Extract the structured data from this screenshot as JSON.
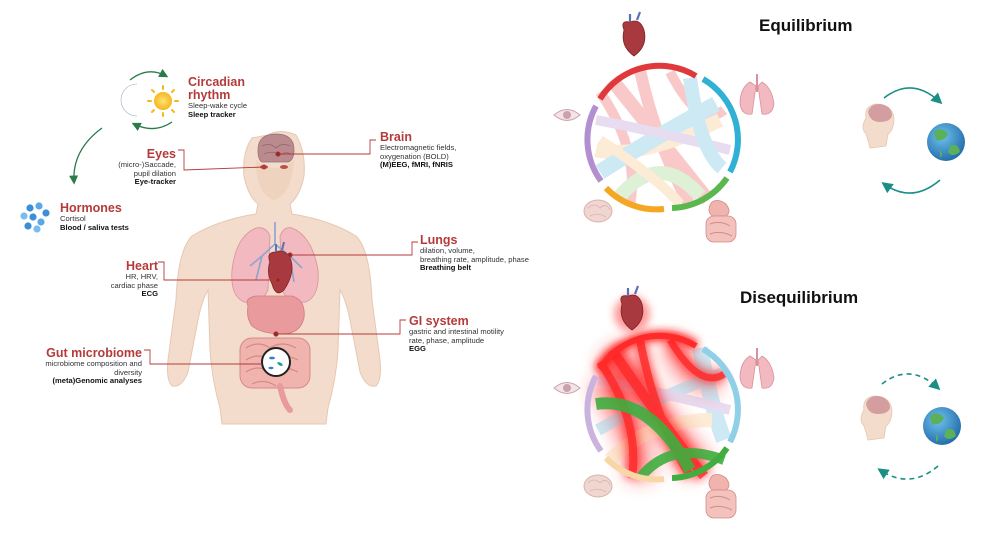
{
  "titles": {
    "equilibrium": "Equilibrium",
    "disequilibrium": "Disequilibrium"
  },
  "labels": {
    "circadian": {
      "title": "Circadian rhythm",
      "desc": "Sleep-wake cycle",
      "sensor": "Sleep tracker"
    },
    "eyes": {
      "title": "Eyes",
      "desc1": "(micro-)Saccade,",
      "desc2": "pupil dilation",
      "sensor": "Eye-tracker"
    },
    "hormones": {
      "title": "Hormones",
      "desc": "Cortisol",
      "sensor": "Blood / saliva tests"
    },
    "brain": {
      "title": "Brain",
      "desc1": "Electromagnetic fields,",
      "desc2": "oxygenation (BOLD)",
      "sensor": "(M)EEG, fMRI, fNRIS"
    },
    "lungs": {
      "title": "Lungs",
      "desc1": "dilation, volume,",
      "desc2": "breathing rate, amplitude, phase",
      "sensor": "Breathing belt"
    },
    "heart": {
      "title": "Heart",
      "desc1": "HR, HRV,",
      "desc2": "cardiac phase",
      "sensor": "ECG"
    },
    "gi": {
      "title": "GI system",
      "desc1": "gastric and intestinal motility",
      "desc2": "rate, phase, amplitude",
      "sensor": "EGG"
    },
    "gut": {
      "title": "Gut microbiome",
      "desc1": "microbiome composition and",
      "desc2": "diversity",
      "sensor": "(meta)Genomic analyses"
    }
  },
  "colors": {
    "accent": "#b53a3a",
    "heart_arc": "#e0393b",
    "lung_arc": "#2fb0d4",
    "gi_arc": "#5ab84f",
    "brain_arc": "#f5a623",
    "eye_arc": "#b28fcf",
    "cycle_arrow": "#1a8f86"
  }
}
